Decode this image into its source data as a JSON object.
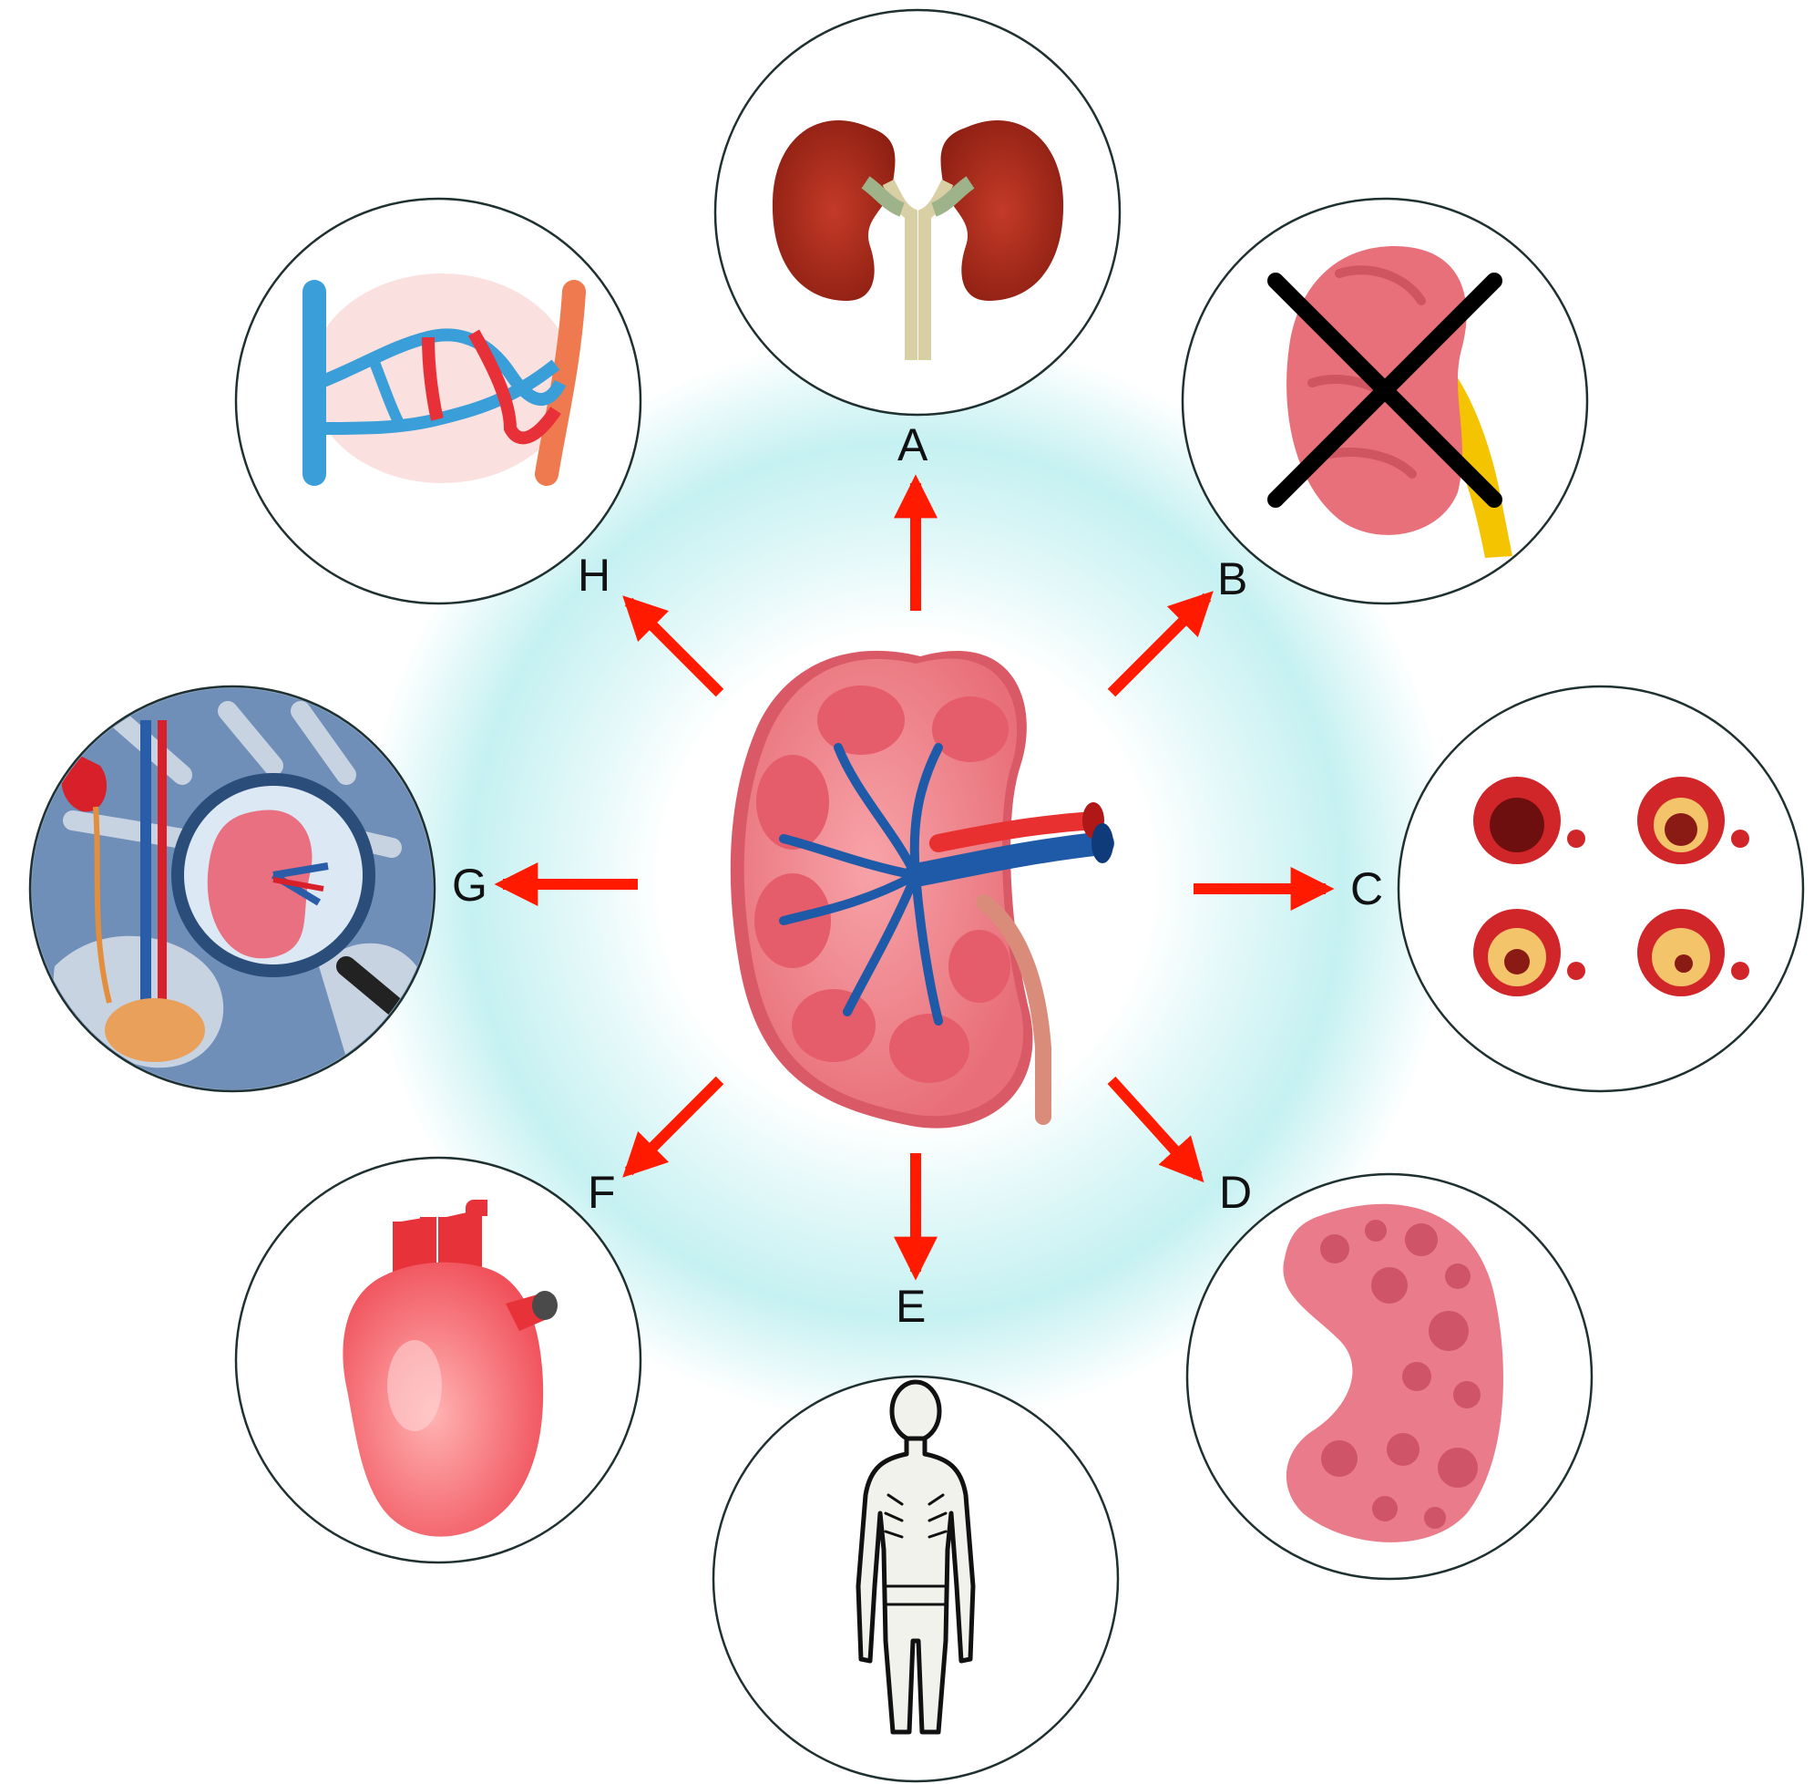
{
  "diagram": {
    "center": "kidney-cross-section",
    "colors": {
      "arrow": "#ff1a00",
      "glow": "#bfeff0",
      "circle_border": "#1e3030"
    },
    "labels": {
      "a": "A",
      "b": "B",
      "c": "C",
      "d": "D",
      "e": "E",
      "f": "F",
      "g": "G",
      "h": "H"
    },
    "nodes": [
      {
        "label": "A",
        "icon": "kidney-pair-icon"
      },
      {
        "label": "B",
        "icon": "crossed-out-kidney-icon"
      },
      {
        "label": "C",
        "icon": "atherosclerotic-arteries-icon"
      },
      {
        "label": "D",
        "icon": "polycystic-kidney-icon"
      },
      {
        "label": "E",
        "icon": "emaciated-person-icon"
      },
      {
        "label": "F",
        "icon": "heart-icon"
      },
      {
        "label": "G",
        "icon": "urinary-system-magnifier-icon"
      },
      {
        "label": "H",
        "icon": "capillary-network-icon"
      }
    ]
  }
}
